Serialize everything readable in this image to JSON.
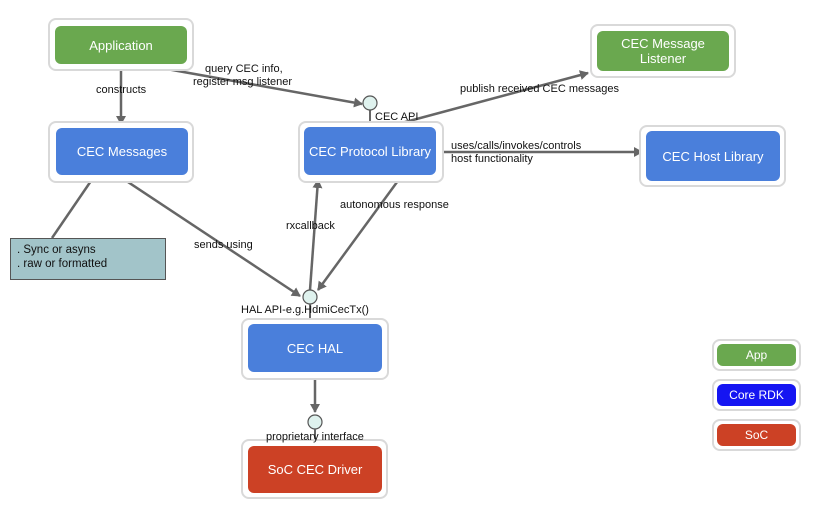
{
  "nodes": {
    "application": "Application",
    "cec_message_listener": "CEC Message Listener",
    "cec_messages": "CEC Messages",
    "cec_protocol_library": "CEC Protocol Library",
    "cec_host_library": "CEC Host Library",
    "cec_hal": "CEC HAL",
    "soc_cec_driver": "SoC CEC Driver"
  },
  "note": {
    "line1": ".  Sync or asyns",
    "line2": ".  raw or formatted"
  },
  "edges": {
    "constructs": "constructs",
    "query_line1": "query CEC info,",
    "query_line2": "register msg listener",
    "publish": "publish received CEC messages",
    "cec_api": "CEC API",
    "uses_line1": "uses/calls/invokes/controls",
    "uses_line2": "host functionality",
    "autonomous": "autonomous response",
    "rxcallback": "rxcallback",
    "sends_using": "sends using",
    "hal_api": "HAL API-e.g.HdmiCecTx()",
    "proprietary": "proprietary interface"
  },
  "legend": {
    "app": "App",
    "core_rdk": "Core RDK",
    "soc": "SoC"
  },
  "colors": {
    "app": "#6aa84f",
    "core_rdk": "#1515f2",
    "soc": "#cc4125",
    "component": "#4a7fdb",
    "note": "#a2c4c9"
  }
}
